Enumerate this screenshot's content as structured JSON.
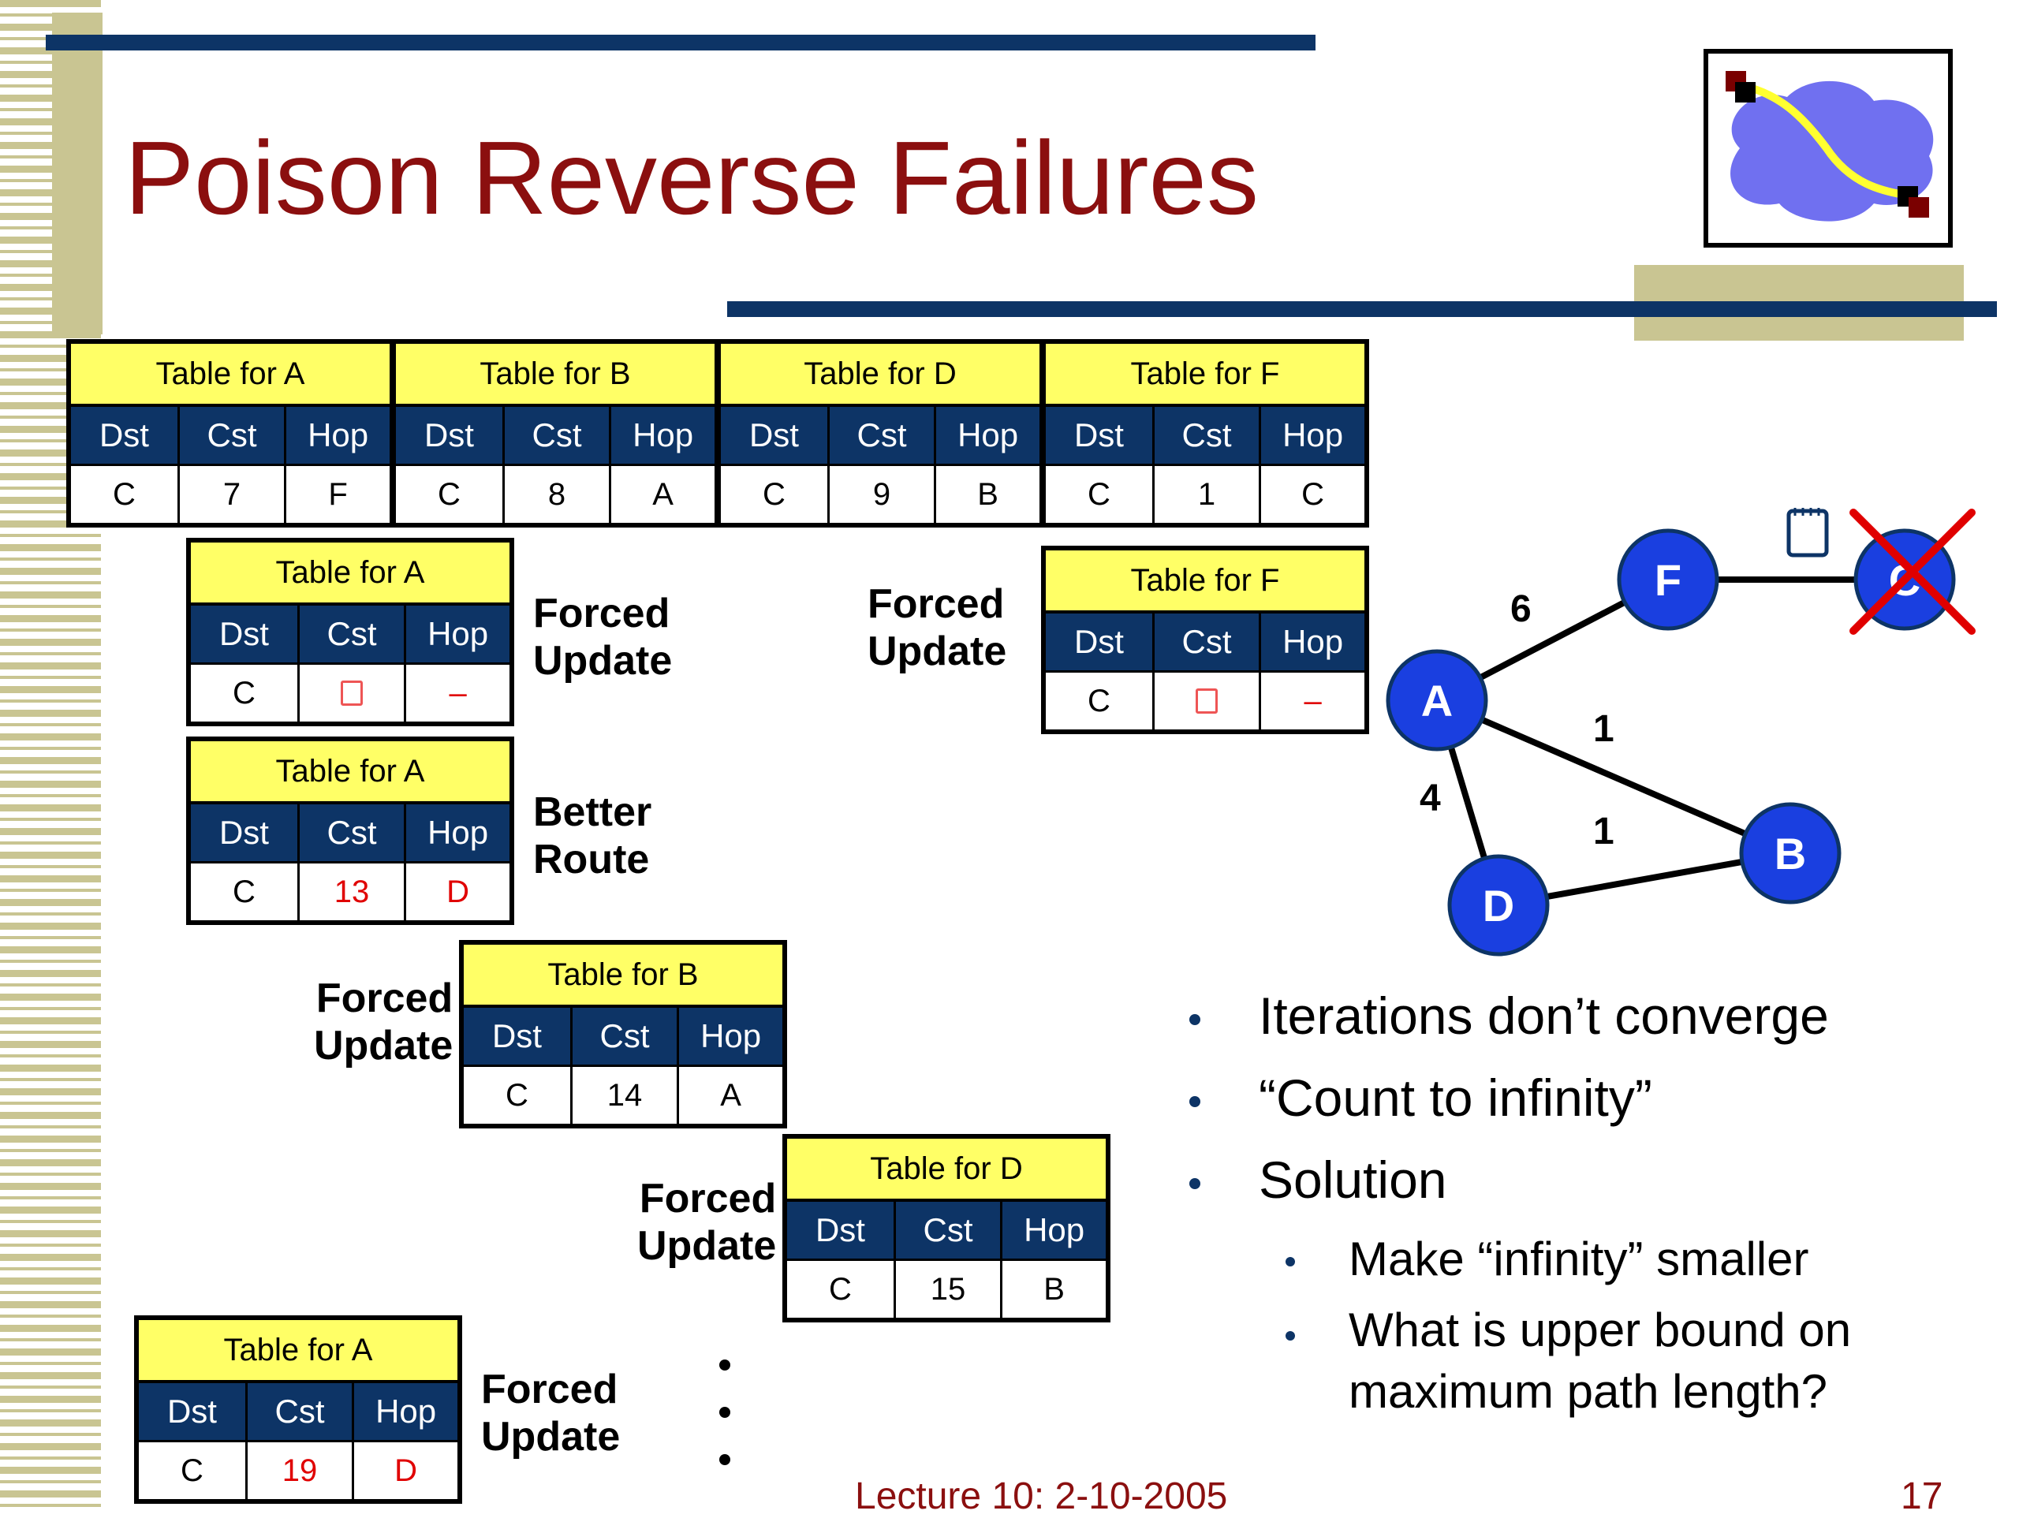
{
  "slide": {
    "title": "Poison Reverse Failures",
    "footer_lecture": "Lecture 10: 2-10-2005",
    "footer_page": "17"
  },
  "col_headers": {
    "dst": "Dst",
    "cst": "Cst",
    "hop": "Hop"
  },
  "tables": {
    "row1_a": {
      "title": "Table for A",
      "dst": "C",
      "cst": "7",
      "hop": "F"
    },
    "row1_b": {
      "title": "Table for B",
      "dst": "C",
      "cst": "8",
      "hop": "A"
    },
    "row1_d": {
      "title": "Table for D",
      "dst": "C",
      "cst": "9",
      "hop": "B"
    },
    "row1_f": {
      "title": "Table for F",
      "dst": "C",
      "cst": "1",
      "hop": "C"
    },
    "step_a1": {
      "title": "Table for A",
      "dst": "C",
      "hop": "–"
    },
    "step_f1": {
      "title": "Table for F",
      "dst": "C",
      "hop": "–"
    },
    "step_a2": {
      "title": "Table for A",
      "dst": "C",
      "cst": "13",
      "hop": "D"
    },
    "step_b1": {
      "title": "Table for B",
      "dst": "C",
      "cst": "14",
      "hop": "A"
    },
    "step_d1": {
      "title": "Table for D",
      "dst": "C",
      "cst": "15",
      "hop": "B"
    },
    "step_a3": {
      "title": "Table for A",
      "dst": "C",
      "cst": "19",
      "hop": "D"
    }
  },
  "labels": {
    "forced_line1": "Forced",
    "forced_line2": "Update",
    "better_line1": "Better",
    "better_line2": "Route"
  },
  "graph": {
    "nodes": {
      "a": "A",
      "b": "B",
      "c": "C",
      "d": "D",
      "f": "F"
    },
    "edges": {
      "af": "6",
      "ab": "1",
      "ad": "4",
      "db": "1"
    },
    "colors": {
      "node_fill": "#1a3fe0",
      "node_text": "#ffffff",
      "cross": "#e00000"
    }
  },
  "bullets": {
    "b1": "Iterations don’t converge",
    "b2": "“Count to infinity”",
    "b3": "Solution",
    "s1": "Make “infinity” smaller",
    "s2_line1": "What is upper bound on",
    "s2_line2": "maximum path length?"
  },
  "colors": {
    "title": "#8b0f0f",
    "table_title_bg": "#ffff66",
    "table_header_bg": "#0d3466",
    "accent_bar": "#0d3466",
    "stripe": "#c9c592",
    "red_value": "#e00000"
  }
}
